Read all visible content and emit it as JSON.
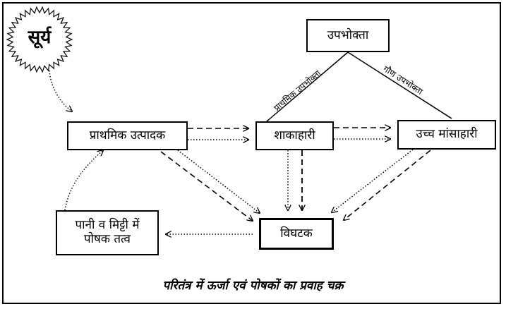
{
  "sun": {
    "label": "सूर्य"
  },
  "nodes": {
    "consumer": "उपभोक्ता",
    "producer": "प्राथमिक उत्पादक",
    "herbivore": "शाकाहारी",
    "carnivore": "उच्च मांसाहारी",
    "decomposer": "विघटक",
    "elements_line1": "पानी व मिट्टी में",
    "elements_line2": "पोषक तत्व"
  },
  "labels": {
    "primary_consumer": "प्राथमिक उपभोक्ता",
    "secondary_consumer": "गौण उपभोक्ता"
  },
  "caption": "परितंत्र में ऊर्जा एवं पोषकों का प्रवाह चक्र"
}
